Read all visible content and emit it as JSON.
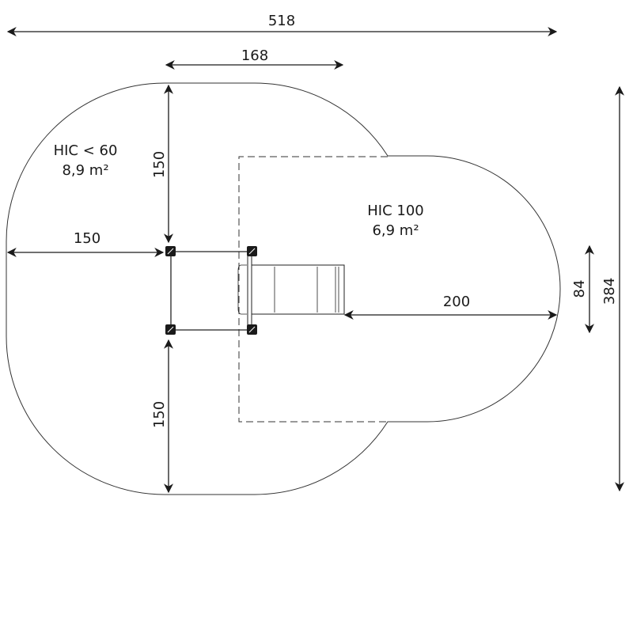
{
  "zones": [
    {
      "label": "HIC < 60",
      "area": "8,9 m²"
    },
    {
      "label": "HIC 100",
      "area": "6,9 m²"
    }
  ],
  "dimensions": {
    "total_width": "518",
    "structure_width": "168",
    "top_clearance": "150",
    "left_clearance": "150",
    "bottom_clearance": "150",
    "slide_clearance": "200",
    "slide_width": "84",
    "total_depth": "384"
  }
}
